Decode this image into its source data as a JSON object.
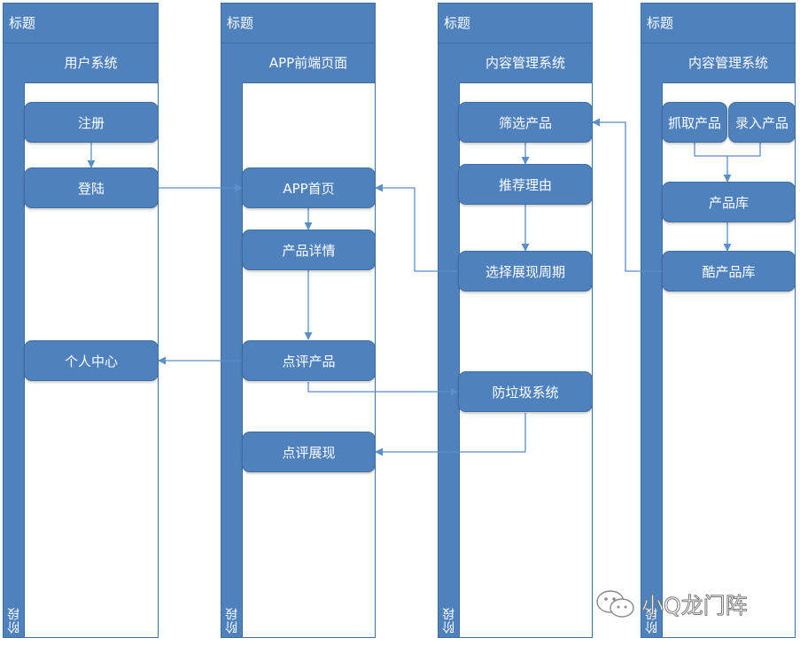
{
  "pools": [
    {
      "title": "标题",
      "lane": "用户系统",
      "stage": "阶段"
    },
    {
      "title": "标题",
      "lane": "APP前端页面",
      "stage": "阶段"
    },
    {
      "title": "标题",
      "lane": "内容管理系统",
      "stage": "阶段"
    },
    {
      "title": "标题",
      "lane": "内容管理系统",
      "stage": "阶段"
    }
  ],
  "nodes": {
    "register": "注册",
    "login": "登陆",
    "personal_center": "个人中心",
    "app_home": "APP首页",
    "product_detail": "产品详情",
    "review_product": "点评产品",
    "review_display": "点评展现",
    "filter_product": "筛选产品",
    "recommend_reason": "推荐理由",
    "select_display_period": "选择展现周期",
    "anti_spam": "防垃圾系统",
    "crawl_product": "抓取产品",
    "input_product": "录入产品",
    "product_library": "产品库",
    "cool_product_library": "酷产品库"
  },
  "watermark": {
    "text": "小Q龙门阵"
  },
  "colors": {
    "lane_fill": "#4f81bd",
    "lane_border": "#3f6f9f",
    "connector": "#5b8fc7"
  }
}
